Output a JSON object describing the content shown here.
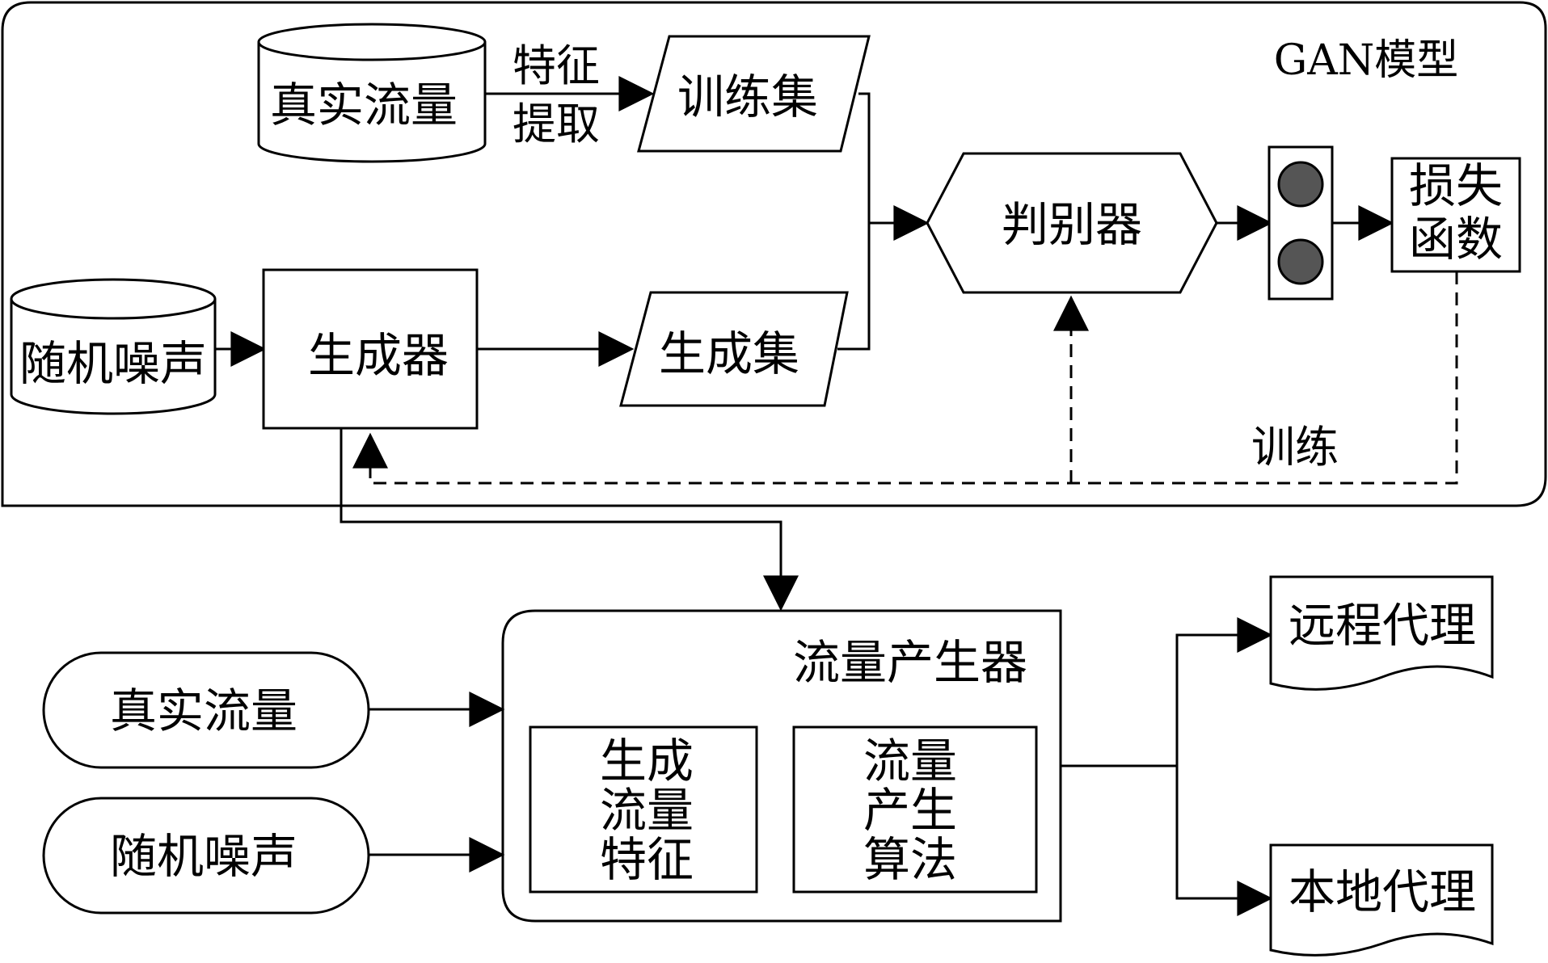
{
  "gan": {
    "title": "GAN模型",
    "real_traffic": "真实流量",
    "feature_extraction": [
      "特征",
      "提取"
    ],
    "training_set": "训练集",
    "random_noise": "随机噪声",
    "generator": "生成器",
    "generated_set": "生成集",
    "discriminator": "判别器",
    "loss_function": [
      "损失",
      "函数"
    ],
    "train_label": "训练"
  },
  "traffic_gen": {
    "title": "流量产生器",
    "real_traffic_input": "真实流量",
    "random_noise_input": "随机噪声",
    "features_box": [
      "生成",
      "流量",
      "特征"
    ],
    "algorithm_box": [
      "流量",
      "产生",
      "算法"
    ]
  },
  "outputs": {
    "remote_proxy": "远程代理",
    "local_proxy": "本地代理"
  },
  "colors": {
    "line": "#000000",
    "indicator": "#555555"
  }
}
